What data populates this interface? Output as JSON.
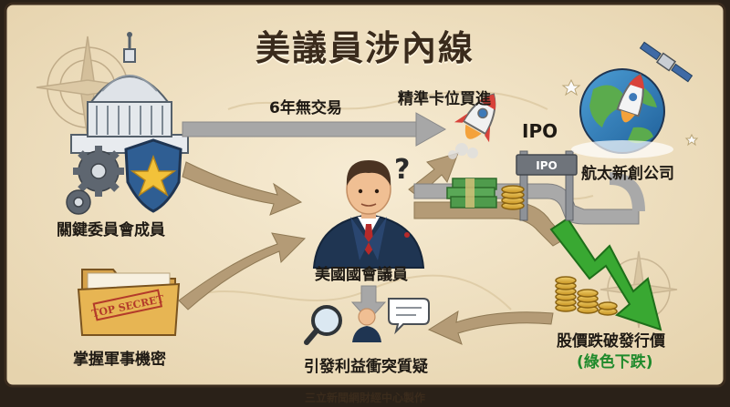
{
  "title": "美議員涉內線",
  "labels": {
    "six_years": "6年無交易",
    "precise_buy": "精準卡位買進",
    "ipo": "IPO",
    "ipo_gate": "IPO",
    "aerospace": "航太新創公司",
    "committee": "關鍵委員會成員",
    "congressman": "美國國會議員",
    "military": "掌握軍事機密",
    "conflict": "引發利益衝突質疑",
    "stock_drop": "股價跌破發行價",
    "green_drop": "(綠色下跌)",
    "top_secret": "TOP SECRET"
  },
  "footer": "三立新聞網財經中心製作",
  "colors": {
    "parchment": "#f1e4c8",
    "frame": "#3b2c1e",
    "arrow_brown": "#b49b76",
    "arrow_gray": "#a7a7a7",
    "down_green": "#39a832",
    "green_text": "#1f8a2c",
    "suit_navy": "#1f3552"
  }
}
